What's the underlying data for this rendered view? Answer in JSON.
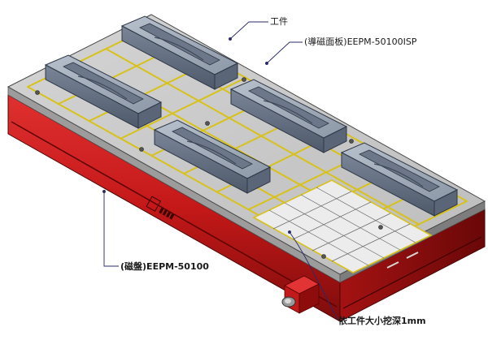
{
  "callouts": {
    "workpiece": "工件",
    "plate": "(導磁面板)EEPM-50100ISP",
    "chuck": "(磁盤)EEPM-50100",
    "recess": "依工件大小挖深1mm"
  },
  "colors": {
    "base_red": "#cc1a1a",
    "top_plate": "#c9c9c9",
    "pole_lines": "#d8c21a",
    "workpiece": "#8a97a8",
    "leader": "#2a2a6a"
  }
}
